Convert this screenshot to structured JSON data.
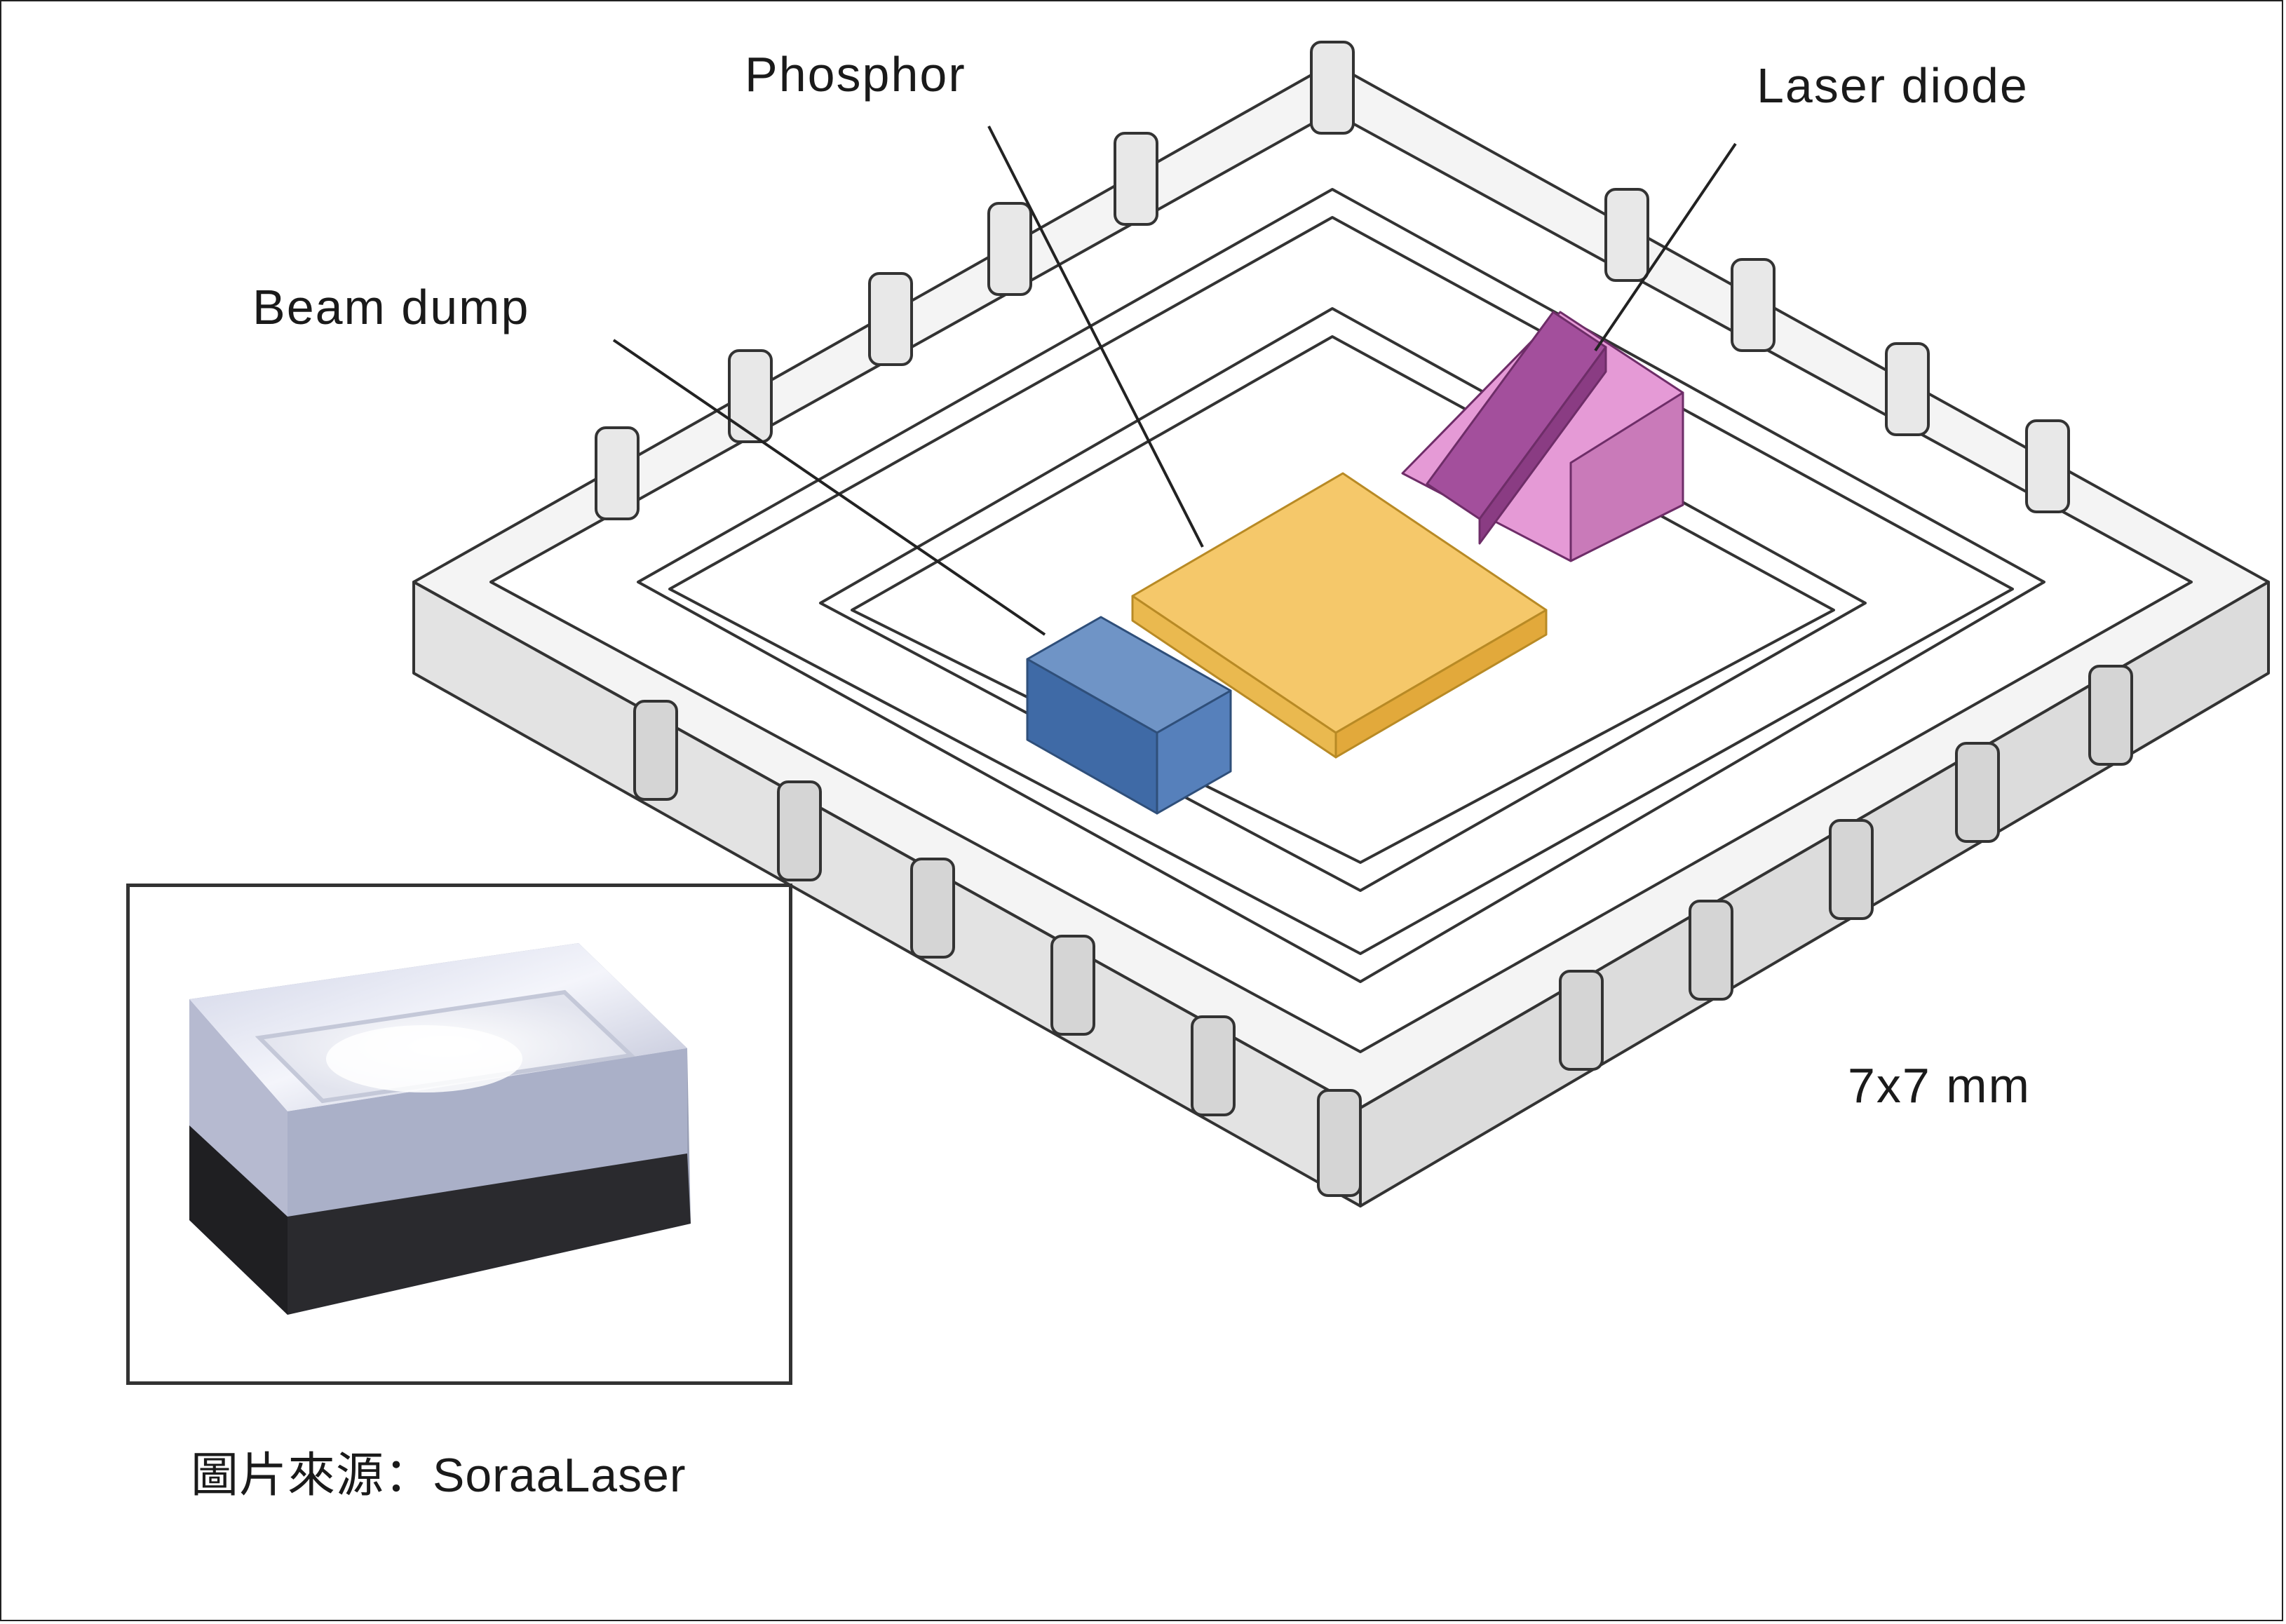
{
  "labels": {
    "phosphor": "Phosphor",
    "laser_diode": "Laser diode",
    "beam_dump": "Beam dump",
    "size": "7x7 mm"
  },
  "caption": "圖片來源：SoraaLaser",
  "colors": {
    "phosphor_top": "#f5c86a",
    "phosphor_side": "#eab94f",
    "beam_dump_top": "#6f94c6",
    "beam_dump_side": "#3f6aa6",
    "laser_dark": "#a34f9c",
    "laser_light": "#e59ad6",
    "housing_wall": "#e6e6e6"
  }
}
